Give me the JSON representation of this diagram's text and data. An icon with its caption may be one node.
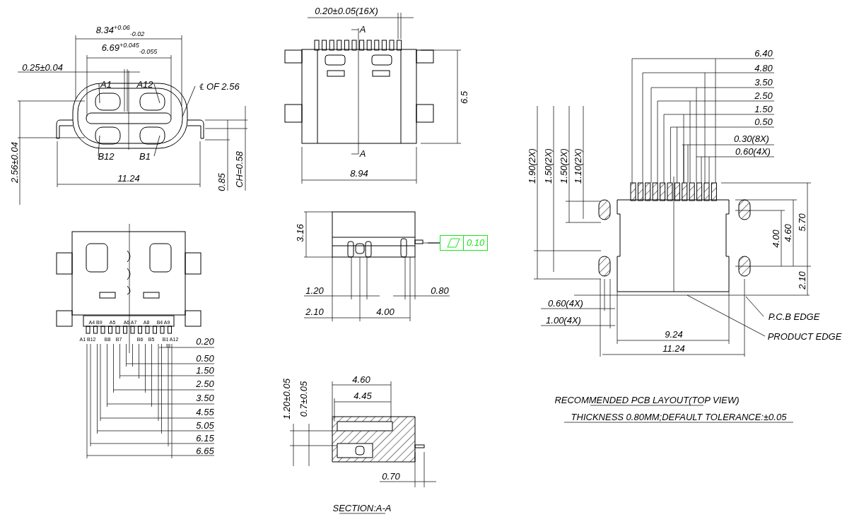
{
  "diagram": {
    "nodes": [
      {
        "text": [
          "A1"
        ]
      },
      {
        "text": [
          "A12"
        ]
      },
      {
        "text": [
          "B12"
        ]
      },
      {
        "text": [
          "B1"
        ]
      },
      {
        "text": [
          "℄ OF 2.56"
        ]
      },
      {
        "text": [
          "0.10"
        ]
      },
      {
        "text": [
          "P.C.B EDGE"
        ]
      },
      {
        "text": [
          "PRODUCT EDGE"
        ]
      }
    ],
    "edges": [
      {
        "from": 0,
        "to": null,
        "arrow": "none"
      },
      {
        "from": 1,
        "to": null,
        "arrow": "none"
      },
      {
        "from": 2,
        "to": null,
        "arrow": "none"
      },
      {
        "from": 3,
        "to": null,
        "arrow": "none"
      },
      {
        "from": 4,
        "to": null,
        "arrow": "none"
      },
      {
        "from": 5,
        "to": null,
        "arrow": "none"
      },
      {
        "from": 6,
        "to": null,
        "arrow": "none"
      },
      {
        "from": 7,
        "to": null,
        "arrow": "none"
      }
    ],
    "labels": [
      "8.34$^{+0.06}$$_{-0.02}$",
      "6.69$^{+0.045}$$_{-0.055}$",
      "0.25±0.04",
      "2.56±0.04",
      "11.24",
      "0.85",
      "CH=0.58",
      "0.20±0.05(16X)",
      "A",
      "6.5",
      "A",
      "8.94",
      "3.16",
      "1.20",
      "0.80",
      "2.10",
      "4.00",
      "4.60",
      "4.45",
      "1.20±0.05",
      "0.7±0.05",
      "0.70",
      "SECTION:A-A",
      "6.40",
      "4.80",
      "3.50",
      "2.50",
      "1.50",
      "0.50",
      "0.30(8X)",
      "0.60(4X)",
      "1.90(2X)",
      "1.50(2X)",
      "1.50(2X)",
      "1.10(2X)",
      "4.00",
      "4.60",
      "5.70",
      "2.10",
      "0.60(4X)",
      "1.00(4X)",
      "9.24",
      "11.24",
      "RECOMMENDED PCB LAYOUT(TOP VIEW)",
      "THICKNESS 0.80MM;DEFAULT TOLERANCE:±0.05",
      "A4 B9",
      "A5",
      "A6 A7",
      "A8",
      "B4 A9",
      "A1 B12",
      "B8",
      "B7",
      "B6",
      "B5",
      "B1 A12",
      "0.20",
      "0.50",
      "1.50",
      "2.50",
      "3.50",
      "4.55",
      "5.05",
      "6.15",
      "6.65"
    ]
  }
}
